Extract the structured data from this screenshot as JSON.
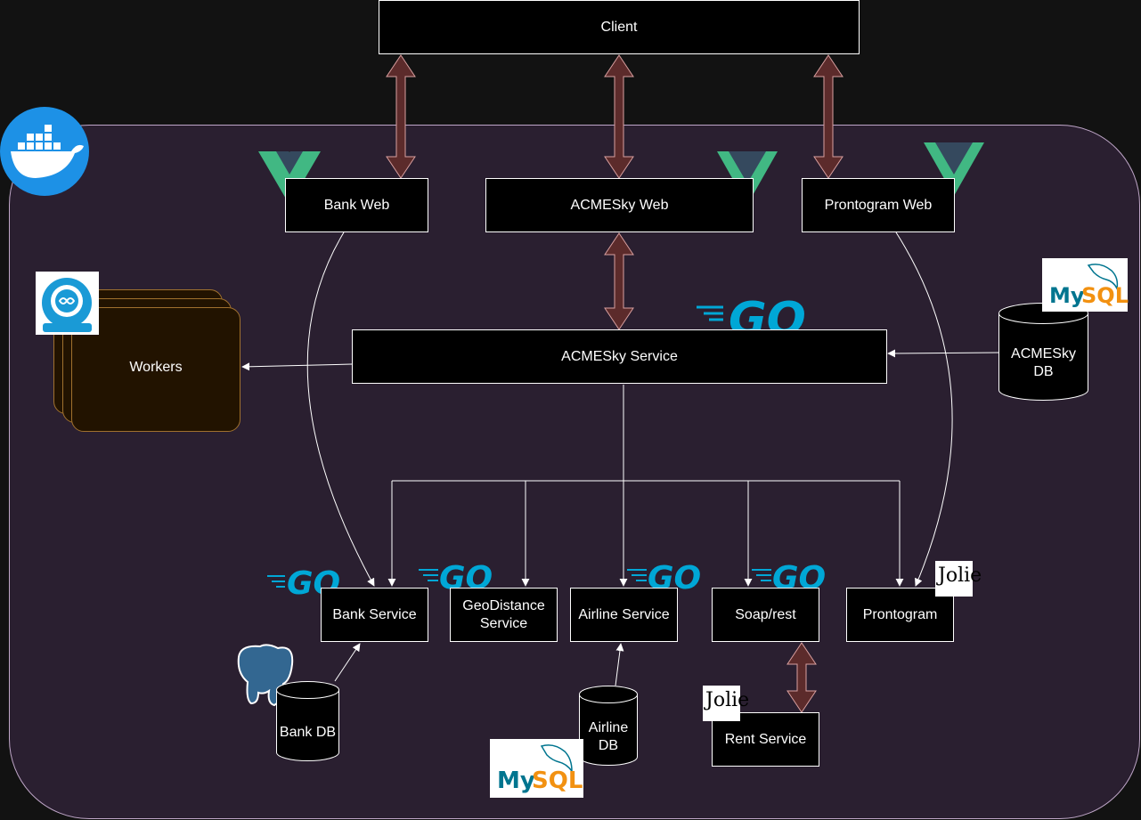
{
  "nodes": {
    "client": "Client",
    "bank_web": "Bank Web",
    "acmesky_web": "ACMESky Web",
    "prontogram_web": "Prontogram Web",
    "acmesky_service": "ACMESky Service",
    "workers": "Workers",
    "acmesky_db_line1": "ACMESky",
    "acmesky_db_line2": "DB",
    "bank_service": "Bank Service",
    "geodistance_line1": "GeoDistance",
    "geodistance_line2": "Service",
    "airline_service": "Airline Service",
    "soap_rest": "Soap/rest",
    "prontogram": "Prontogram",
    "bank_db": "Bank DB",
    "airline_db_line1": "Airline",
    "airline_db_line2": "DB",
    "rent_service": "Rent Service"
  },
  "logos": {
    "go": "GO",
    "mysql_my": "My",
    "mysql_sql": "SQL",
    "jolie": "Jolie"
  },
  "colors": {
    "background": "#121212",
    "container": "#2a1f30",
    "double_arrow": "#5c2b2b",
    "vue_green": "#41b883",
    "vue_dark": "#35495e",
    "go_blue": "#00a7d6",
    "docker_blue": "#1d91e6",
    "postgres_blue": "#336791",
    "mysql_blue": "#00758f",
    "mysql_orange": "#f29111"
  }
}
